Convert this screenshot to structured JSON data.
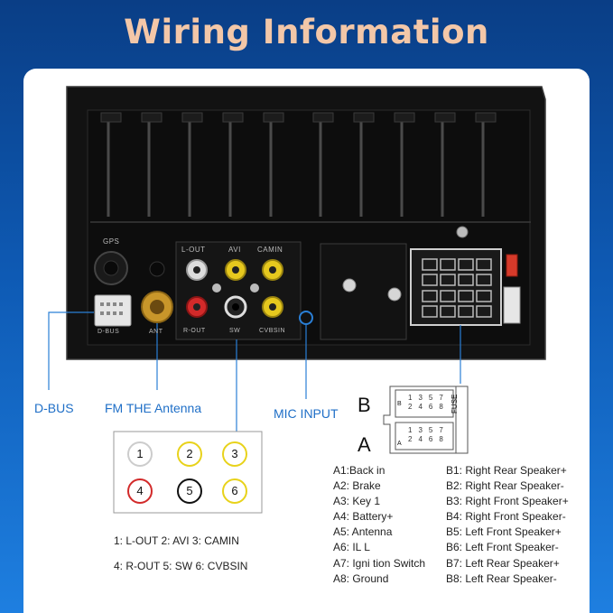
{
  "title": "Wiring Information",
  "unit_labels": {
    "gps": "GPS",
    "dbus": "D-BUS",
    "ant": "ANT",
    "l_out": "L-OUT",
    "avi": "AVI",
    "camin": "CAMIN",
    "r_out": "R-OUT",
    "sw": "SW",
    "cvbsin": "CVBSIN"
  },
  "callouts": {
    "dbus": "D-BUS",
    "fm": "FM THE Antenna",
    "mic": "MIC INPUT"
  },
  "rca_numbers": [
    "1",
    "2",
    "3",
    "4",
    "5",
    "6"
  ],
  "colors": {
    "rca1": "#cccccc",
    "rca2": "#e8d21a",
    "rca3": "#e8d21a",
    "rca4": "#d22a2a",
    "rca5": "#111111",
    "rca6": "#e8d21a",
    "callout_line": "#2a7fd6",
    "label": "#1f6fc7"
  },
  "rca_legend": {
    "row1": "1:  L-OUT  2:  AVI   3:  CAMIN",
    "row2": "4:  R-OUT 5:  SW   6:  CVBSIN"
  },
  "connector": {
    "label_b": "B",
    "label_a": "A",
    "fuse": "FUSE",
    "pins_top": [
      "1",
      "3",
      "5",
      "7"
    ],
    "pins_bottom": [
      "2",
      "4",
      "6",
      "8"
    ],
    "side_b": "B",
    "side_a": "A"
  },
  "pinout_a": [
    "A1:Back   in",
    "A2: Brake",
    "A3: Key 1",
    "A4: Battery+",
    "A5: Antenna",
    "A6: IL L",
    "A7:  Igni tion Switch",
    "A8: Ground"
  ],
  "pinout_b": [
    "B1: Right Rear Speaker+",
    "B2: Right Rear Speaker-",
    "B3: Right Front Speaker+",
    "B4: Right Front Speaker-",
    "B5: Left Front Speaker+",
    "B6: Left Front Speaker-",
    "B7: Left Rear Speaker+",
    "B8: Left Rear Speaker-"
  ]
}
